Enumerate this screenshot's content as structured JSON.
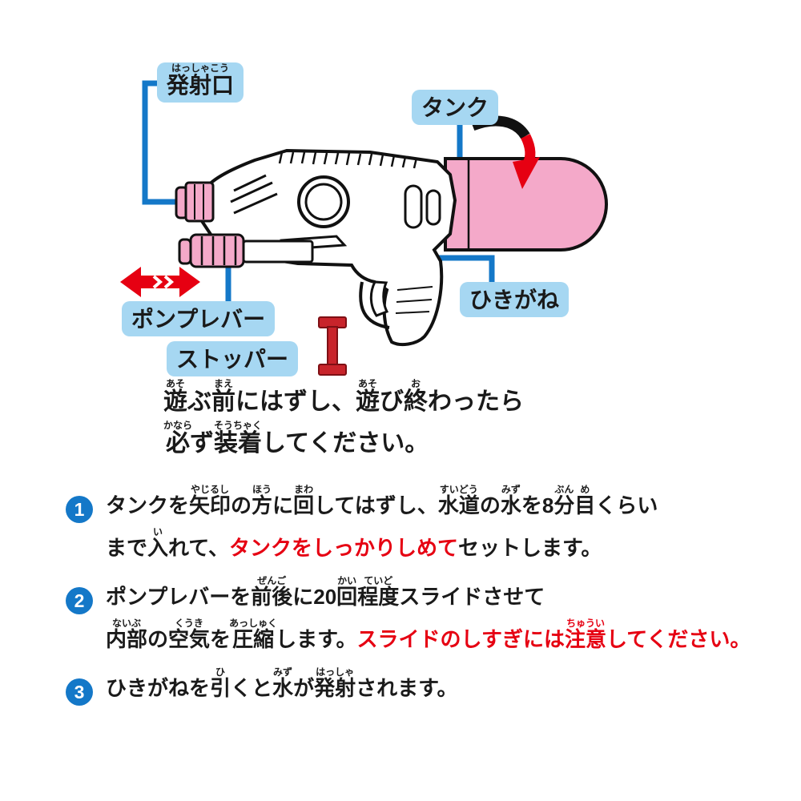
{
  "colors": {
    "label_bg": "#a6d7f2",
    "blue_line": "#1478c8",
    "red": "#e60012",
    "pink": "#f4a9c9"
  },
  "diagram": {
    "labels": {
      "nozzle": {
        "segments": [
          {
            "t": "発射口",
            "r": "はっしゃこう"
          }
        ]
      },
      "tank": {
        "segments": [
          {
            "t": "タンク"
          }
        ]
      },
      "trigger": {
        "segments": [
          {
            "t": "ひきがね"
          }
        ]
      },
      "pump_lever": {
        "segments": [
          {
            "t": "ポンプレバー"
          }
        ]
      },
      "stopper": {
        "segments": [
          {
            "t": "ストッパー"
          }
        ]
      }
    },
    "caution": {
      "line1": [
        {
          "t": "遊",
          "r": "あそ"
        },
        {
          "t": "ぶ"
        },
        {
          "t": "前",
          "r": "まえ"
        },
        {
          "t": "にはずし、"
        },
        {
          "t": "遊",
          "r": "あそ"
        },
        {
          "t": "び"
        },
        {
          "t": "終",
          "r": "お"
        },
        {
          "t": "わったら"
        }
      ],
      "line2": [
        {
          "t": "必",
          "r": "かなら"
        },
        {
          "t": "ず"
        },
        {
          "t": "装着",
          "r": "そうちゃく"
        },
        {
          "t": "してください。"
        }
      ]
    }
  },
  "steps": [
    {
      "num": "1",
      "line1": [
        {
          "t": "タンクを"
        },
        {
          "t": "矢印",
          "r": "やじるし"
        },
        {
          "t": "の"
        },
        {
          "t": "方",
          "r": "ほう"
        },
        {
          "t": "に"
        },
        {
          "t": "回",
          "r": "まわ"
        },
        {
          "t": "してはずし、"
        },
        {
          "t": "水道",
          "r": "すいどう"
        },
        {
          "t": "の"
        },
        {
          "t": "水",
          "r": "みず"
        },
        {
          "t": "を8"
        },
        {
          "t": "分",
          "r": "ぶん"
        },
        {
          "t": "目",
          "r": "め"
        },
        {
          "t": "くらい"
        }
      ],
      "line2": [
        {
          "t": "まで"
        },
        {
          "t": "入",
          "r": "い"
        },
        {
          "t": "れて、"
        },
        {
          "t": "タンクをしっかりしめて",
          "c": "red"
        },
        {
          "t": "セットします。"
        }
      ]
    },
    {
      "num": "2",
      "line1": [
        {
          "t": "ポンプレバーを"
        },
        {
          "t": "前後",
          "r": "ぜんご"
        },
        {
          "t": "に20"
        },
        {
          "t": "回",
          "r": "かい"
        },
        {
          "t": "程度",
          "r": "ていど"
        },
        {
          "t": "スライドさせて"
        }
      ],
      "line2": [
        {
          "t": "内部",
          "r": "ないぶ"
        },
        {
          "t": "の"
        },
        {
          "t": "空気",
          "r": "くうき"
        },
        {
          "t": "を"
        },
        {
          "t": "圧縮",
          "r": "あっしゅく"
        },
        {
          "t": "します。"
        },
        {
          "t": "スライドのしすぎには",
          "c": "red"
        },
        {
          "t": "注意",
          "r": "ちゅうい",
          "c": "red"
        },
        {
          "t": "してください。",
          "c": "red"
        }
      ]
    },
    {
      "num": "3",
      "line1": [
        {
          "t": "ひきがねを"
        },
        {
          "t": "引",
          "r": "ひ"
        },
        {
          "t": "くと"
        },
        {
          "t": "水",
          "r": "みず"
        },
        {
          "t": "が"
        },
        {
          "t": "発射",
          "r": "はっしゃ"
        },
        {
          "t": "されます。"
        }
      ]
    }
  ]
}
